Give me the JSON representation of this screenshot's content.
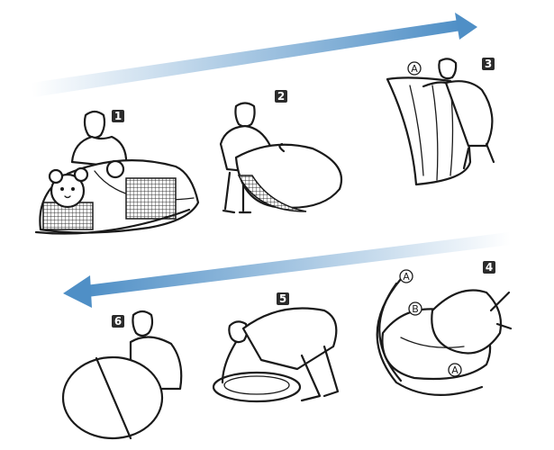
{
  "steps": [
    {
      "number": "1"
    },
    {
      "number": "2"
    },
    {
      "number": "3",
      "callouts": [
        "A"
      ]
    },
    {
      "number": "4",
      "callouts": [
        "A",
        "B",
        "A"
      ]
    },
    {
      "number": "5"
    },
    {
      "number": "6"
    }
  ],
  "colors": {
    "arrow": "#4f8fc6",
    "ink": "#1a1a1a",
    "badge": "#2b2b2b"
  }
}
